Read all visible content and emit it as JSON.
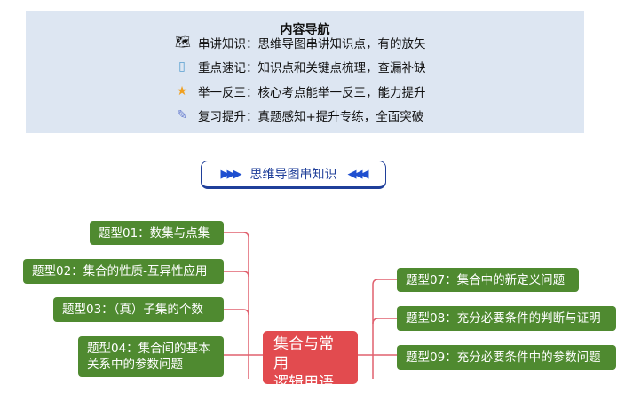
{
  "nav": {
    "title": "内容导航",
    "items": [
      {
        "icon": "map-icon",
        "text": "串讲知识：思维导图串讲知识点，有的放矢"
      },
      {
        "icon": "book-icon",
        "text": "重点速记：知识点和关键点梳理，查漏补缺"
      },
      {
        "icon": "star-icon",
        "text": "举一反三：核心考点能举一反三，能力提升"
      },
      {
        "icon": "edit-icon",
        "text": "复习提升：真题感知+提升专练，全面突破"
      }
    ]
  },
  "banner": {
    "label": "思维导图串知识",
    "left": "▶▶▶",
    "right": "◀◀◀"
  },
  "mindmap": {
    "center": [
      "集合与常用",
      "逻辑用语"
    ],
    "left": [
      "题型01：数集与点集",
      "题型02：集合的性质-互异性应用",
      "题型03：（真）子集的个数",
      [
        "题型04：集合间的基本",
        "关系中的参数问题"
      ]
    ],
    "right": [
      "题型07：集合中的新定义问题",
      "题型08：充分必要条件的判断与证明",
      "题型09：充分必要条件中的参数问题"
    ],
    "colors": {
      "node": "#4f8a30",
      "center": "#e24b4f",
      "line": "#e0606e"
    }
  }
}
